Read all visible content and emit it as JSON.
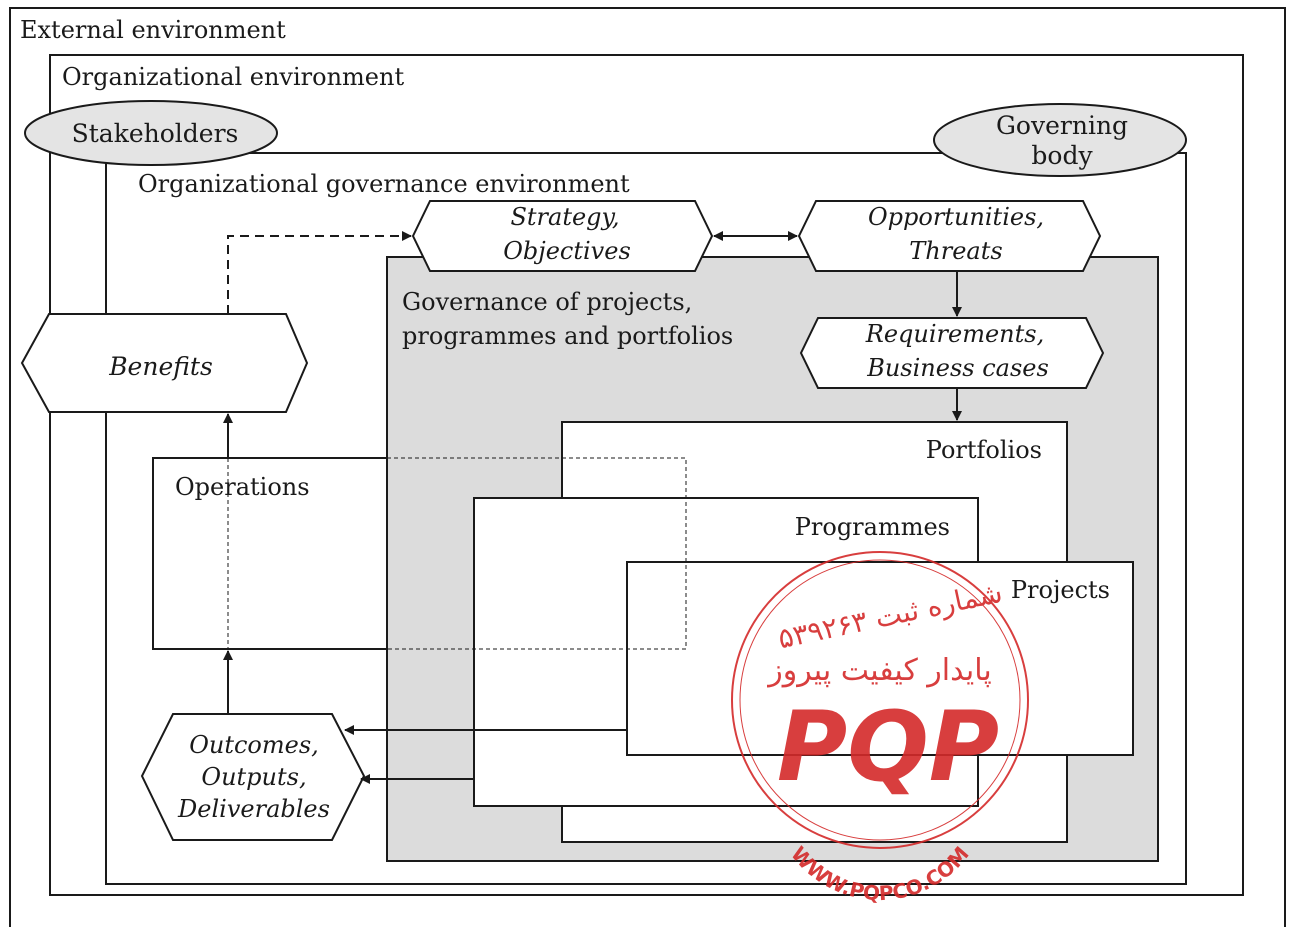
{
  "environments": {
    "external": "External environment",
    "organizational": "Organizational environment",
    "governance": "Organizational governance environment",
    "governance_of_ppp_line1": "Governance of projects,",
    "governance_of_ppp_line2": "programmes and portfolios"
  },
  "actors": {
    "stakeholders": "Stakeholders",
    "governing_body_line1": "Governing",
    "governing_body_line2": "body"
  },
  "hexagons": {
    "strategy_line1": "Strategy,",
    "strategy_line2": "Objectives",
    "opportunities_line1": "Opportunities,",
    "opportunities_line2": "Threats",
    "requirements_line1": "Requirements,",
    "requirements_line2": "Business cases",
    "benefits": "Benefits",
    "outcomes_line1": "Outcomes,",
    "outcomes_line2": "Outputs,",
    "outcomes_line3": "Deliverables"
  },
  "work_areas": {
    "operations": "Operations",
    "portfolios": "Portfolios",
    "programmes": "Programmes",
    "projects": "Projects"
  },
  "watermark": {
    "persian_line1": "شماره ثبت ۵۳۹۲۶۳",
    "persian_line2": "پایدار کیفیت پیروز",
    "logo": "PQP",
    "url": "WWW.PQPCO.COM",
    "color": "#d42a2a"
  }
}
